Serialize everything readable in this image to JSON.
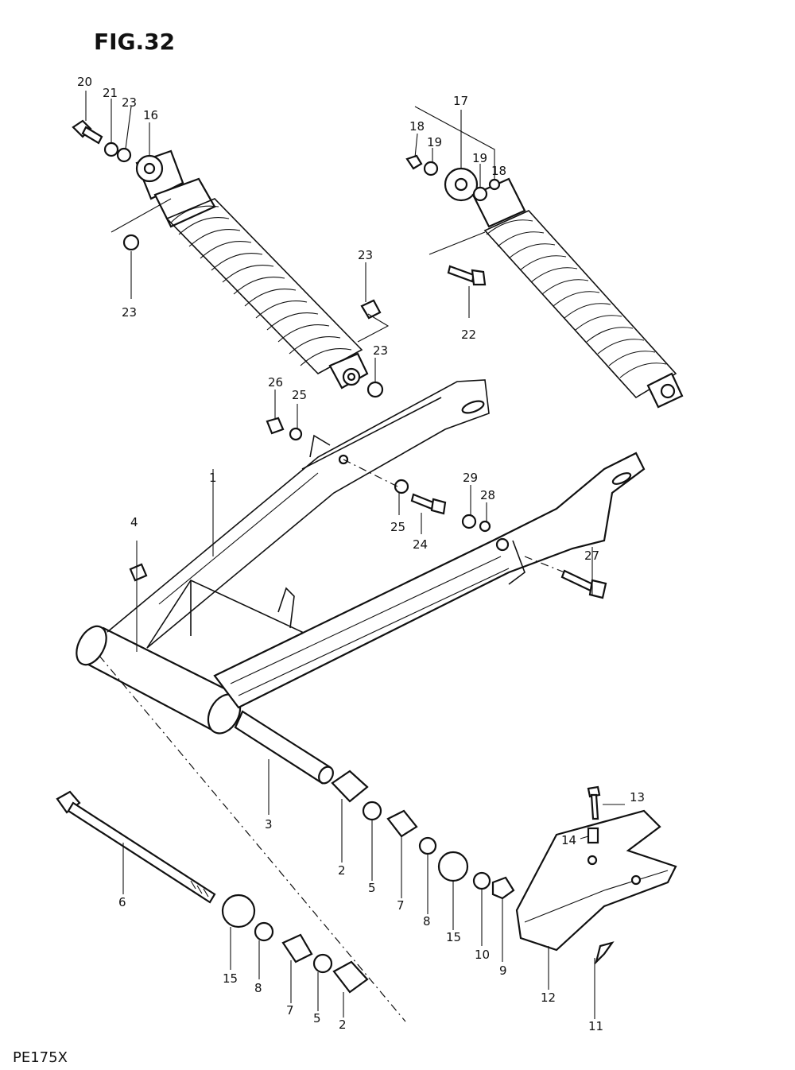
{
  "figure": {
    "title": "FIG.32",
    "model_code": "PE175X"
  },
  "callouts": [
    {
      "id": "c20",
      "label": "20"
    },
    {
      "id": "c21",
      "label": "21"
    },
    {
      "id": "c23a",
      "label": "23"
    },
    {
      "id": "c16",
      "label": "16"
    },
    {
      "id": "c23b",
      "label": "23"
    },
    {
      "id": "c17",
      "label": "17"
    },
    {
      "id": "c18a",
      "label": "18"
    },
    {
      "id": "c19a",
      "label": "19"
    },
    {
      "id": "c19b",
      "label": "19"
    },
    {
      "id": "c18b",
      "label": "18"
    },
    {
      "id": "c23c",
      "label": "23"
    },
    {
      "id": "c22",
      "label": "22"
    },
    {
      "id": "c23d",
      "label": "23"
    },
    {
      "id": "c26",
      "label": "26"
    },
    {
      "id": "c25a",
      "label": "25"
    },
    {
      "id": "c1",
      "label": "1"
    },
    {
      "id": "c29",
      "label": "29"
    },
    {
      "id": "c28",
      "label": "28"
    },
    {
      "id": "c25b",
      "label": "25"
    },
    {
      "id": "c24",
      "label": "24"
    },
    {
      "id": "c4",
      "label": "4"
    },
    {
      "id": "c27",
      "label": "27"
    },
    {
      "id": "c13",
      "label": "13"
    },
    {
      "id": "c14",
      "label": "14"
    },
    {
      "id": "c3",
      "label": "3"
    },
    {
      "id": "c6",
      "label": "6"
    },
    {
      "id": "c2a",
      "label": "2"
    },
    {
      "id": "c5a",
      "label": "5"
    },
    {
      "id": "c7a",
      "label": "7"
    },
    {
      "id": "c8a",
      "label": "8"
    },
    {
      "id": "c15a",
      "label": "15"
    },
    {
      "id": "c10",
      "label": "10"
    },
    {
      "id": "c9",
      "label": "9"
    },
    {
      "id": "c15b",
      "label": "15"
    },
    {
      "id": "c8b",
      "label": "8"
    },
    {
      "id": "c7b",
      "label": "7"
    },
    {
      "id": "c5b",
      "label": "5"
    },
    {
      "id": "c2b",
      "label": "2"
    },
    {
      "id": "c12",
      "label": "12"
    },
    {
      "id": "c11",
      "label": "11"
    }
  ]
}
